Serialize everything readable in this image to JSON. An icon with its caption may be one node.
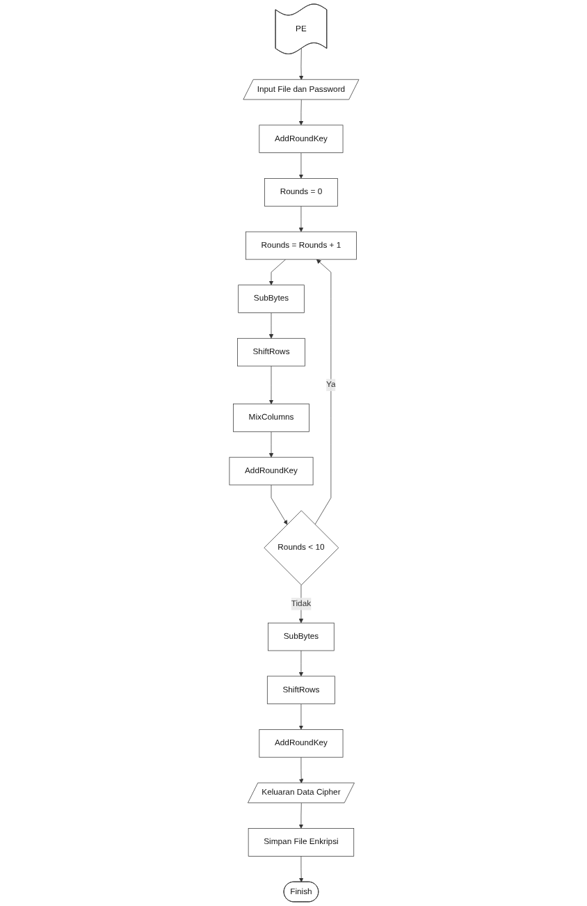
{
  "diagram": {
    "nodes": [
      {
        "text": [
          "PE"
        ]
      },
      {
        "text": [
          "Input File dan Password"
        ]
      },
      {
        "text": [
          "AddRoundKey"
        ]
      },
      {
        "text": [
          "Rounds = 0"
        ]
      },
      {
        "text": [
          "Rounds = Rounds + 1"
        ]
      },
      {
        "text": [
          "SubBytes"
        ]
      },
      {
        "text": [
          "ShiftRows"
        ]
      },
      {
        "text": [
          "MixColumns"
        ]
      },
      {
        "text": [
          "AddRoundKey"
        ]
      },
      {
        "text": [
          "Rounds < 10"
        ]
      },
      {
        "text": [
          "SubBytes"
        ]
      },
      {
        "text": [
          "ShiftRows"
        ]
      },
      {
        "text": [
          "AddRoundKey"
        ]
      },
      {
        "text": [
          "Keluaran Data Cipher"
        ]
      },
      {
        "text": [
          "Simpan File Enkripsi"
        ]
      },
      {
        "text": [
          "Finish"
        ]
      }
    ],
    "edges": [
      {
        "from": 0,
        "to": 1,
        "arrow": "to"
      },
      {
        "from": 1,
        "to": 2,
        "arrow": "to"
      },
      {
        "from": 2,
        "to": 3,
        "arrow": "to"
      },
      {
        "from": 3,
        "to": 4,
        "arrow": "to"
      },
      {
        "from": 4,
        "to": 5,
        "arrow": "to"
      },
      {
        "from": 5,
        "to": 6,
        "arrow": "to"
      },
      {
        "from": 6,
        "to": 7,
        "arrow": "to"
      },
      {
        "from": 7,
        "to": 8,
        "arrow": "to"
      },
      {
        "from": 8,
        "to": 9,
        "arrow": "to"
      },
      {
        "from": 9,
        "to": 4,
        "label": "Ya",
        "arrow": "to"
      },
      {
        "from": 9,
        "to": 10,
        "label": "Tidak",
        "arrow": "to"
      },
      {
        "from": 10,
        "to": 11,
        "arrow": "to"
      },
      {
        "from": 11,
        "to": 12,
        "arrow": "to"
      },
      {
        "from": 12,
        "to": 13,
        "arrow": "to"
      },
      {
        "from": 13,
        "to": 14,
        "arrow": "to"
      },
      {
        "from": 14,
        "to": 15,
        "arrow": "to"
      }
    ]
  }
}
